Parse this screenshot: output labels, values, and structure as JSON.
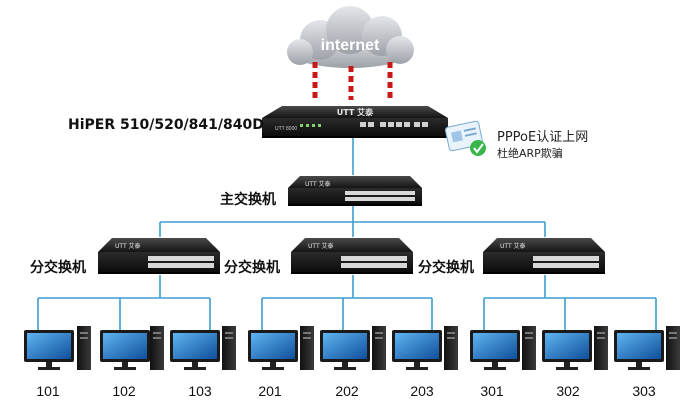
{
  "cloud": {
    "label": "internet"
  },
  "router": {
    "label": "HiPER 510/520/841/840D",
    "brand": "UTT 艾泰",
    "model_text": "UTT 8000"
  },
  "core_switch": {
    "label": "主交换机",
    "brand": "UTT 艾泰"
  },
  "access_switches": [
    {
      "label": "分交换机",
      "brand": "UTT 艾泰",
      "pcs": [
        "101",
        "102",
        "103"
      ]
    },
    {
      "label": "分交换机",
      "brand": "UTT 艾泰",
      "pcs": [
        "201",
        "202",
        "203"
      ]
    },
    {
      "label": "分交换机",
      "brand": "UTT 艾泰",
      "pcs": [
        "301",
        "302",
        "303"
      ]
    }
  ],
  "features": {
    "line1": "PPPoE认证上网",
    "line2": "杜绝ARP欺骗"
  },
  "icons": {
    "cloud": "cloud-icon",
    "router": "router-icon",
    "switch": "switch-icon",
    "pc": "desktop-pc-icon",
    "card": "id-card-icon",
    "check": "check-icon"
  },
  "colors": {
    "link_line": "#3a9fcf",
    "wan_link": "#c81818",
    "device_body": "#1c1c1c",
    "check_green": "#39b54a"
  }
}
